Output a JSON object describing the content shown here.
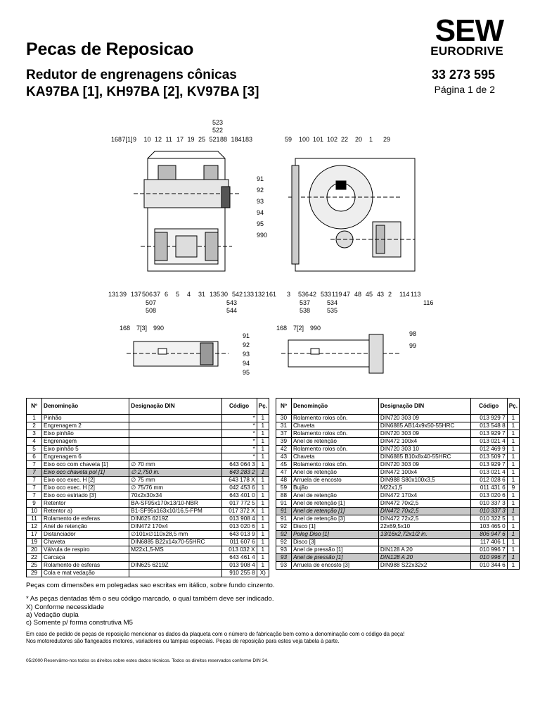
{
  "header": {
    "title": "Pecas de Reposicao",
    "subtitle_line1": "Redutor de engrenagens cônicas",
    "subtitle_line2": "KA97BA [1], KH97BA [2], KV97BA [3]",
    "doc_number": "33 273 595",
    "page_info": "Página 1 de 2",
    "logo_top": "SEW",
    "logo_bottom": "EURODRIVE"
  },
  "drawing": {
    "left_top_labels": [
      "168",
      "7[1]",
      "9",
      "10",
      "12",
      "11",
      "17",
      "19",
      "25",
      "521",
      "88",
      "184",
      "183"
    ],
    "left_top_stack": [
      "523",
      "522"
    ],
    "left_right_labels": [
      "91",
      "92",
      "93",
      "94",
      "95",
      "990"
    ],
    "left_bottom_labels": [
      "131",
      "39",
      "137",
      "506",
      "37",
      "6",
      "5",
      "4",
      "31",
      "135",
      "30",
      "542",
      "133",
      "132",
      "161"
    ],
    "left_bottom_sub": [
      "507",
      "508",
      "543",
      "544"
    ],
    "right_top_labels": [
      "59",
      "100",
      "101",
      "102",
      "22",
      "20",
      "1",
      "29"
    ],
    "right_bottom_labels": [
      "3",
      "536",
      "42",
      "533",
      "119",
      "47",
      "48",
      "45",
      "43",
      "2",
      "114",
      "113"
    ],
    "right_bottom_sub": [
      "537",
      "538",
      "534",
      "535",
      "116"
    ],
    "small_left_top": [
      "168",
      "7[3]",
      "990"
    ],
    "small_left_right": [
      "91",
      "92",
      "93",
      "94",
      "95"
    ],
    "small_right_top": [
      "168",
      "7[2]",
      "990"
    ],
    "small_right_right": [
      "98",
      "99"
    ]
  },
  "table": {
    "headers": {
      "num": "Nº",
      "name": "Denominção",
      "din": "Designação DIN",
      "code": "Código",
      "qty": "Pç."
    },
    "left_rows": [
      {
        "num": "1",
        "name": "Pinhão",
        "din": "",
        "code": "*",
        "qty": "1",
        "inch": false
      },
      {
        "num": "2",
        "name": "Engrenagem 2",
        "din": "",
        "code": "*",
        "qty": "1",
        "inch": false
      },
      {
        "num": "3",
        "name": "Eixo pinhão",
        "din": "",
        "code": "*",
        "qty": "1",
        "inch": false
      },
      {
        "num": "4",
        "name": "Engrenagem",
        "din": "",
        "code": "*",
        "qty": "1",
        "inch": false
      },
      {
        "num": "5",
        "name": "Eixo pinhão 5",
        "din": "",
        "code": "*",
        "qty": "1",
        "inch": false
      },
      {
        "num": "6",
        "name": "Engrenagem 6",
        "din": "",
        "code": "*",
        "qty": "1",
        "inch": false
      },
      {
        "num": "7",
        "name": "Eixo oco com chaveta [1]",
        "din": "∅ 70 mm",
        "code": "643 064 3",
        "qty": "1",
        "inch": false
      },
      {
        "num": "7",
        "name": "Eixo oco chaveta pol [1]",
        "din": "∅ 2,750 in.",
        "code": "643 283 2",
        "qty": "1",
        "inch": true
      },
      {
        "num": "7",
        "name": "Eixo oco exec. H [2]",
        "din": "∅ 75 mm",
        "code": "643 178 X",
        "qty": "1",
        "inch": false
      },
      {
        "num": "7",
        "name": "Eixo oco exec. H [2]",
        "din": "∅ 75/76 mm",
        "code": "042 453 6",
        "qty": "1",
        "inch": false
      },
      {
        "num": "7",
        "name": "Eixo oco estriado [3]",
        "din": "70x2x30x34",
        "code": "643 401 0",
        "qty": "1",
        "inch": false
      },
      {
        "num": "9",
        "name": "Retentor",
        "din": "BA-SF95x170x13/10-NBR",
        "code": "017 772 5",
        "qty": "1",
        "inch": false
      },
      {
        "num": "10",
        "name": "Retentor a)",
        "din": "B1-SF95x163x10/16,5-FPM",
        "code": "017 372 X",
        "qty": "1",
        "inch": false
      },
      {
        "num": "11",
        "name": "Rolamento de esferas",
        "din": "DIN625 6219Z",
        "code": "013 908 4",
        "qty": "1",
        "inch": false
      },
      {
        "num": "12",
        "name": "Anel de retenção",
        "din": "DIN472 170x4",
        "code": "013 020 6",
        "qty": "1",
        "inch": false
      },
      {
        "num": "17",
        "name": "Distanciador",
        "din": "∅101x∅110x28,5 mm",
        "code": "643 013 9",
        "qty": "1",
        "inch": false
      },
      {
        "num": "19",
        "name": "Chaveta",
        "din": "DIN6885 B22x14x70-55HRC",
        "code": "011 607 6",
        "qty": "1",
        "inch": false
      },
      {
        "num": "20",
        "name": "Válvula de respiro",
        "din": "M22x1,5-MS",
        "code": "013 032 X",
        "qty": "1",
        "inch": false
      },
      {
        "num": "22",
        "name": "Carcaça",
        "din": "",
        "code": "643 461 4",
        "qty": "1",
        "inch": false
      },
      {
        "num": "25",
        "name": "Rolamento de esferas",
        "din": "DIN625 6219Z",
        "code": "013 908 4",
        "qty": "1",
        "inch": false
      },
      {
        "num": "29",
        "name": "Cola e mat vedação",
        "din": "",
        "code": "910 255 8",
        "qty": "X)",
        "inch": false
      }
    ],
    "right_rows": [
      {
        "num": "30",
        "name": "Rolamento rolos côn.",
        "din": "DIN720 303 09",
        "code": "013 929 7",
        "qty": "1",
        "inch": false
      },
      {
        "num": "31",
        "name": "Chaveta",
        "din": "DIN6885 AB14x9x50-55HRC",
        "code": "013 548 8",
        "qty": "1",
        "inch": false
      },
      {
        "num": "37",
        "name": "Rolamento rolos côn.",
        "din": "DIN720 303 09",
        "code": "013 929 7",
        "qty": "1",
        "inch": false
      },
      {
        "num": "39",
        "name": "Anel de retenção",
        "din": "DIN472 100x4",
        "code": "013 021 4",
        "qty": "1",
        "inch": false
      },
      {
        "num": "42",
        "name": "Rolamento rolos côn.",
        "din": "DIN720 303 10",
        "code": "012 469 9",
        "qty": "1",
        "inch": false
      },
      {
        "num": "43",
        "name": "Chaveta",
        "din": "DIN6885 B10x8x40-55HRC",
        "code": "013 509 7",
        "qty": "1",
        "inch": false
      },
      {
        "num": "45",
        "name": "Rolamento rolos côn.",
        "din": "DIN720 303 09",
        "code": "013 929 7",
        "qty": "1",
        "inch": false
      },
      {
        "num": "47",
        "name": "Anel de retenção",
        "din": "DIN472 100x4",
        "code": "013 021 4",
        "qty": "1",
        "inch": false
      },
      {
        "num": "48",
        "name": "Arruela de encosto",
        "din": "DIN988 S80x100x3,5",
        "code": "012 028 6",
        "qty": "1",
        "inch": false
      },
      {
        "num": "59",
        "name": "Bujão",
        "din": "M22x1,5",
        "code": "011 431 6",
        "qty": "9",
        "inch": false
      },
      {
        "num": "88",
        "name": "Anel de retenção",
        "din": "DIN472 170x4",
        "code": "013 020 6",
        "qty": "1",
        "inch": false
      },
      {
        "num": "91",
        "name": "Anel de retenção [1]",
        "din": "DIN472 70x2,5",
        "code": "010 337 3",
        "qty": "1",
        "inch": false
      },
      {
        "num": "91",
        "name": "Anel de retenção [1]",
        "din": "DIN472 70x2,5",
        "code": "010 337 3",
        "qty": "1",
        "inch": true
      },
      {
        "num": "91",
        "name": "Anel de retenção [3]",
        "din": "DIN472 72x2,5",
        "code": "010 322 5",
        "qty": "1",
        "inch": false
      },
      {
        "num": "92",
        "name": "Disco [1]",
        "din": "22x69,5x10",
        "code": "103 465 0",
        "qty": "1",
        "inch": false
      },
      {
        "num": "92",
        "name": "Poleg Diso [1]",
        "din": "13/16x2,72x1/2 in.",
        "code": "806 947 6",
        "qty": "1",
        "inch": true
      },
      {
        "num": "92",
        "name": "Disco [3]",
        "din": "",
        "code": "117 406 1",
        "qty": "1",
        "inch": false
      },
      {
        "num": "93",
        "name": "Anel de pressão [1]",
        "din": "DIN128 A 20",
        "code": "010 996 7",
        "qty": "1",
        "inch": false
      },
      {
        "num": "93",
        "name": "Anel de pressão [1]",
        "din": "DIN128 A 20",
        "code": "010 996 7",
        "qty": "1",
        "inch": true
      },
      {
        "num": "93",
        "name": "Arruela de encosto [3]",
        "din": "DIN988 S22x32x2",
        "code": "010 344 6",
        "qty": "1",
        "inch": false
      }
    ]
  },
  "notes": {
    "inch_note": "Peças com dimensões em polegadas sao escritas em itálico, sobre fundo cinzento.",
    "note_star": "* As peças dentadas têm o seu código marcado, o qual também deve ser indicado.",
    "note_x": "X) Conforme necessidade",
    "note_a": "a) Vedação dupla",
    "note_c": "c) Somente p/ forma construtiva M5",
    "order_line1": "Em caso de pedido de peças de reposição mencionar os dados da plaqueta com o número de fabricação bem como a denominação com o código da peça!",
    "order_line2": "Nos motoredutores são flangeados motores, variadores ou tampas especiais. Peças de reposição para estes veja tabela à parte."
  },
  "footer": "05/2000 Reservâmo-nos todos os direitos sobre estes dados técnicos. Todos os direitos reservados conforme DIN 34."
}
